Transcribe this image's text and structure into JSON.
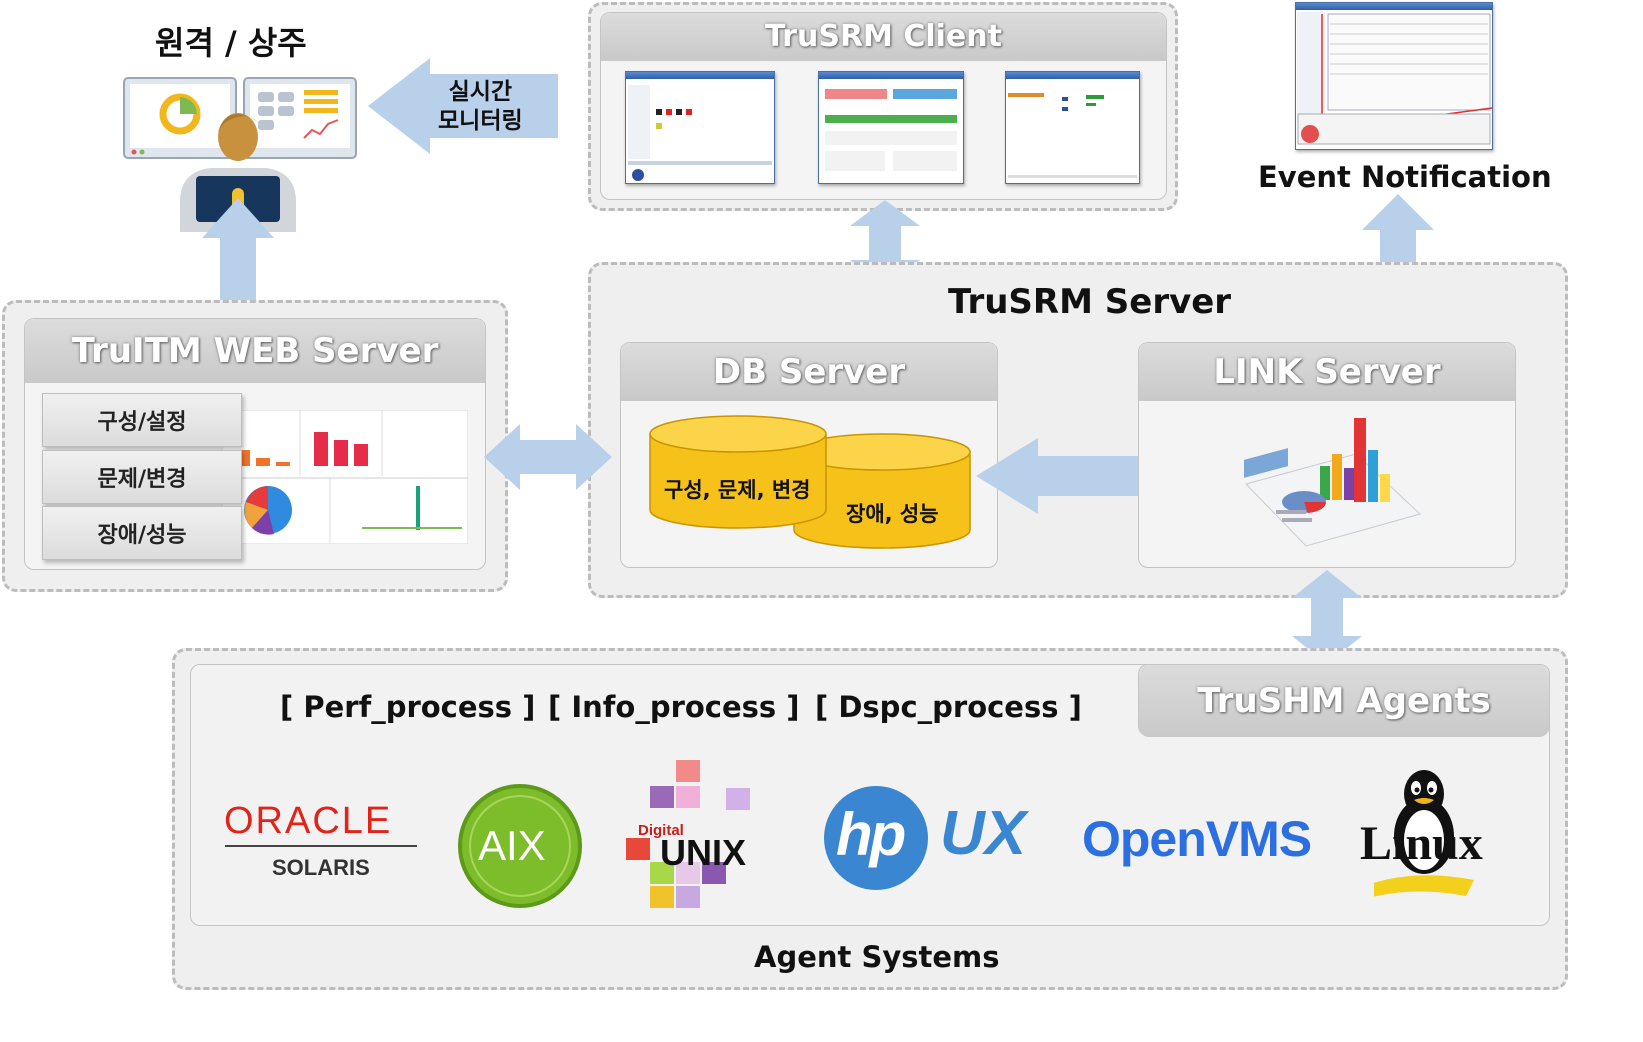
{
  "remote": {
    "title": "원격 / 상주",
    "monitoring_label": "실시간\n모니터링"
  },
  "client": {
    "title": "TruSRM Client"
  },
  "notification": {
    "label": "Event Notification"
  },
  "srm_server": {
    "title": "TruSRM Server"
  },
  "db_server": {
    "title": "DB Server",
    "cyl_front": "구성, 문제, 변경",
    "cyl_back": "장애, 성능"
  },
  "link_server": {
    "title": "LINK Server"
  },
  "web_server": {
    "title": "TruITM WEB Server",
    "menu": [
      "구성/설정",
      "문제/변경",
      "장애/성능"
    ]
  },
  "agents": {
    "title": "TruSHM Agents",
    "processes": [
      "[ Perf_process ]",
      "[ Info_process ]",
      "[ Dspc_process ]"
    ],
    "footer": "Agent Systems",
    "logos": {
      "oracle": "ORACLE",
      "solaris": "SOLARIS",
      "aix": "AIX",
      "digital": "Digital",
      "unix": "UNIX",
      "hp": "hp",
      "ux": "UX",
      "openvms": "OpenVMS",
      "linux": "Linux"
    }
  },
  "colors": {
    "arrow": "#b8d0ea",
    "cylinder": "#f6c21a",
    "panel": "#efefef"
  }
}
